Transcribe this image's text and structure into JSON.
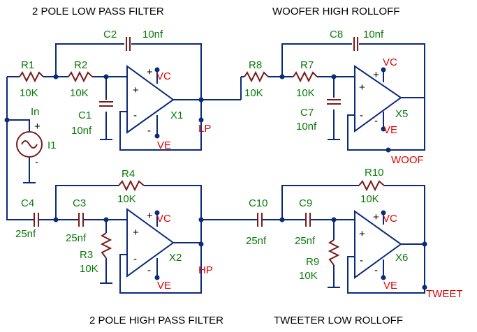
{
  "titles": {
    "lowpass": "2 POLE LOW PASS FILTER",
    "woofer": "WOOFER HIGH ROLLOFF",
    "highpass": "2 POLE HIGH PASS FILTER",
    "tweeter": "TWEETER LOW ROLLOFF"
  },
  "labels": {
    "C2": "C2",
    "C2v": "10nf",
    "R1": "R1",
    "R1v": "10K",
    "R2": "R2",
    "R2v": "10K",
    "C1": "C1",
    "C1v": "10nf",
    "X1": "X1",
    "In": "In",
    "I1": "I1",
    "LP": "LP",
    "C8": "C8",
    "C8v": "10nf",
    "R8": "R8",
    "R8v": "10K",
    "R7": "R7",
    "R7v": "10K",
    "C7": "C7",
    "C7v": "10nf",
    "X5": "X5",
    "WOOF": "WOOF",
    "R4": "R4",
    "R4v": "10K",
    "C4": "C4",
    "C4v": "25nf",
    "C3": "C3",
    "C3v": "25nf",
    "R3": "R3",
    "R3v": "10K",
    "X2": "X2",
    "HP": "HP",
    "R10": "R10",
    "R10v": "10K",
    "C10": "C10",
    "C10v": "25nf",
    "C9": "C9",
    "C9v": "25nf",
    "R9": "R9",
    "R9v": "10K",
    "X6": "X6",
    "TWEET": "TWEET",
    "VC": "VC",
    "VE": "VE",
    "plus": "+",
    "minus": "-"
  }
}
